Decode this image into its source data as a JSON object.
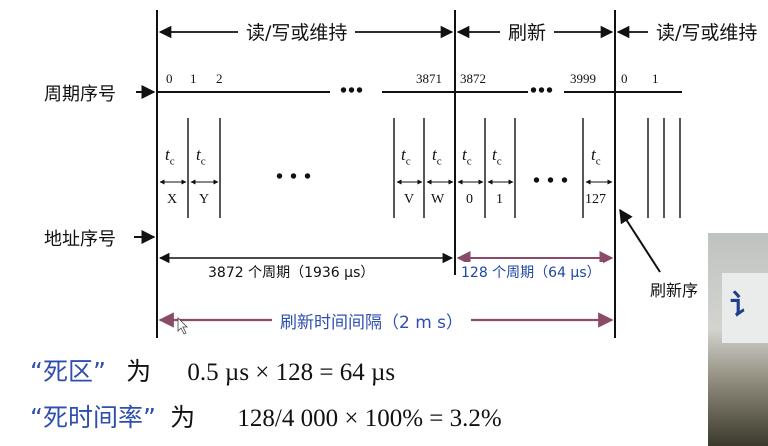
{
  "top_segments": {
    "rw1": "读/写或维持",
    "refresh": "刷新",
    "rw2": "读/写或维持"
  },
  "rows": {
    "cycle_label": "周期序号",
    "address_label": "地址序号"
  },
  "cycle_numbers": {
    "n0": "0",
    "n1": "1",
    "n2": "2",
    "n3871": "3871",
    "n3872": "3872",
    "n3999": "3999",
    "next0": "0",
    "next1": "1"
  },
  "ellipsis": "•••",
  "ellipsis_small": "• • •",
  "tc": {
    "symbol": "t",
    "subscript": "c"
  },
  "addresses": {
    "a1": "X",
    "a2": "Y",
    "a3": "V",
    "a4": "W",
    "a5": "0",
    "a6": "1",
    "a7": "127"
  },
  "durations": {
    "rw": "3872 个周期（1936 µs）",
    "refresh": "128 个周期（64 µs）"
  },
  "interval": "刷新时间间隔（2 m s）",
  "side_label": "刷新序",
  "formula1": {
    "term": "“死区”",
    "verb": "为",
    "expr": "0.5 µs × 128 = 64 µs"
  },
  "formula2": {
    "term": "“死时间率”",
    "verb": "为",
    "expr": "128/4 000 × 100% = 3.2%"
  },
  "colors": {
    "line": "#111111",
    "refresh_arrow": "#8a4a6a",
    "blue_text": "#2e4fb0"
  },
  "photo_text": "讠"
}
